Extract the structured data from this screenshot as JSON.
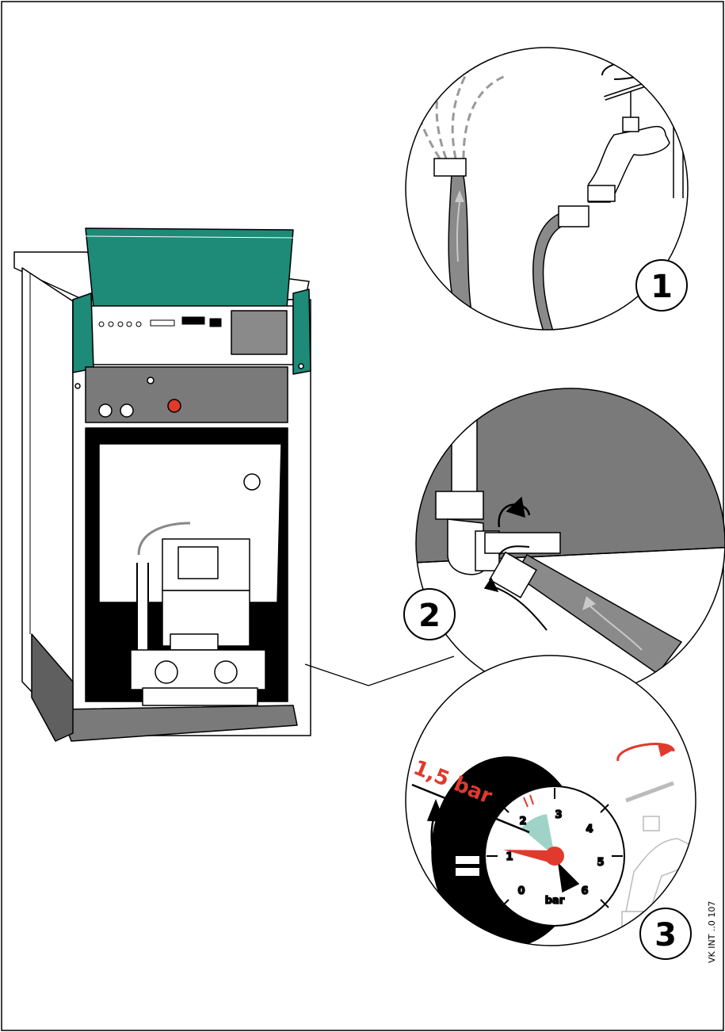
{
  "steps": {
    "step1": "1",
    "step2": "2",
    "step3": "3"
  },
  "gauge": {
    "target_label": "1,5 bar",
    "unit": "bar",
    "scale": [
      "0",
      "1",
      "2",
      "3",
      "4",
      "5",
      "6"
    ]
  },
  "reference_code": "VK INT ..0 107",
  "colors": {
    "housing_green": "#1e8a78",
    "panel_dark": "#7a7a7a",
    "hose_grey": "#8a8a8a",
    "highlight_red": "#e03a2c",
    "gauge_zone": "#9fd3c7"
  }
}
